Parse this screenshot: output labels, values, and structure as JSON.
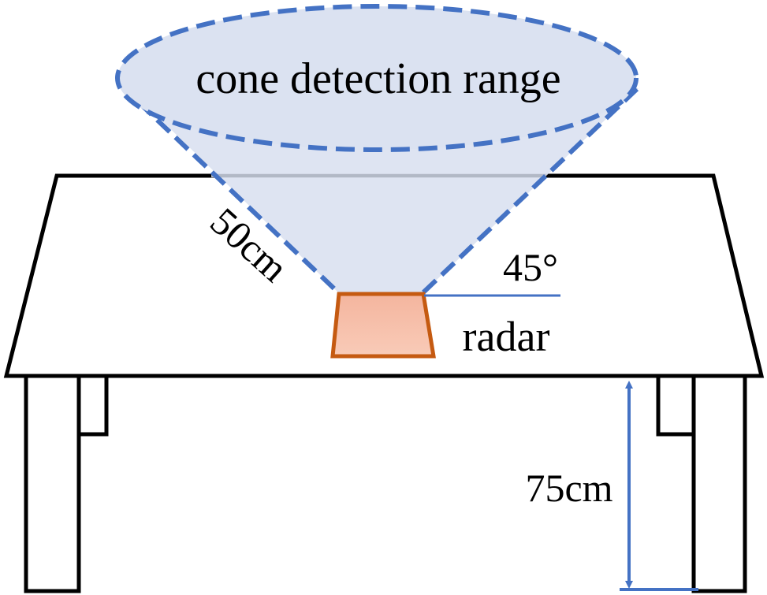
{
  "labels": {
    "detection_range": "cone detection range",
    "slant_distance": "50cm",
    "cone_angle": "45°",
    "sensor": "radar",
    "mount_height": "75cm"
  },
  "colors": {
    "cone_fill": "#dbe2f1",
    "cone_outline": "#4472c4",
    "table_outline": "#000000",
    "table_fill": "#ffffff",
    "radar_outline": "#c55a11",
    "radar_fill_top": "#f4b59e",
    "radar_fill_bottom": "#f9cbb8",
    "dimension_line": "#4472c4"
  }
}
